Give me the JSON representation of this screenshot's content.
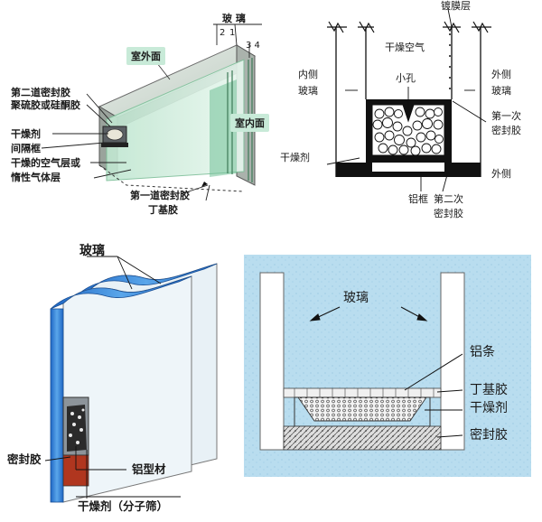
{
  "panel1": {
    "glass_label": "玻 璃",
    "num_2": "2",
    "num_1": "1",
    "num_34": "3 4",
    "outdoor_tag": "室外面",
    "indoor_tag": "室内面",
    "second_seal": "第二道密封胶",
    "second_seal_material": "聚硫胶或硅酮胶",
    "desiccant": "干燥剂",
    "spacer": "间隔框",
    "dry_air": "干燥的空气层或",
    "inert_gas": "惰性气体层",
    "first_seal": "第一道密封胶",
    "butyl": "丁基胶"
  },
  "panel2": {
    "coating": "镀膜层",
    "dry_air": "干燥空气",
    "inner_glass_1": "内侧",
    "inner_glass_2": "玻璃",
    "outer_glass_1": "外侧",
    "outer_glass_2": "玻璃",
    "hole": "小孔",
    "first_seal_1": "第一次",
    "first_seal_2": "密封胶",
    "desiccant": "干燥剂",
    "outside": "外侧",
    "alu_frame": "铝框",
    "second_seal_1": "第二次",
    "second_seal_2": "密封胶"
  },
  "panel3": {
    "glass": "玻璃",
    "sealant": "密封胶",
    "alu_profile": "铝型材",
    "desiccant": "干燥剂（分子筛）"
  },
  "panel4": {
    "glass": "玻璃",
    "alu_strip": "铝条",
    "butyl": "丁基胶",
    "desiccant": "干燥剂",
    "sealant": "密封胶"
  },
  "colors": {
    "mint": "#c8ead8",
    "glass_blue": "#2f7fd0",
    "panel4_bg": "#b8dcef",
    "frame_gray": "#8d949a"
  }
}
